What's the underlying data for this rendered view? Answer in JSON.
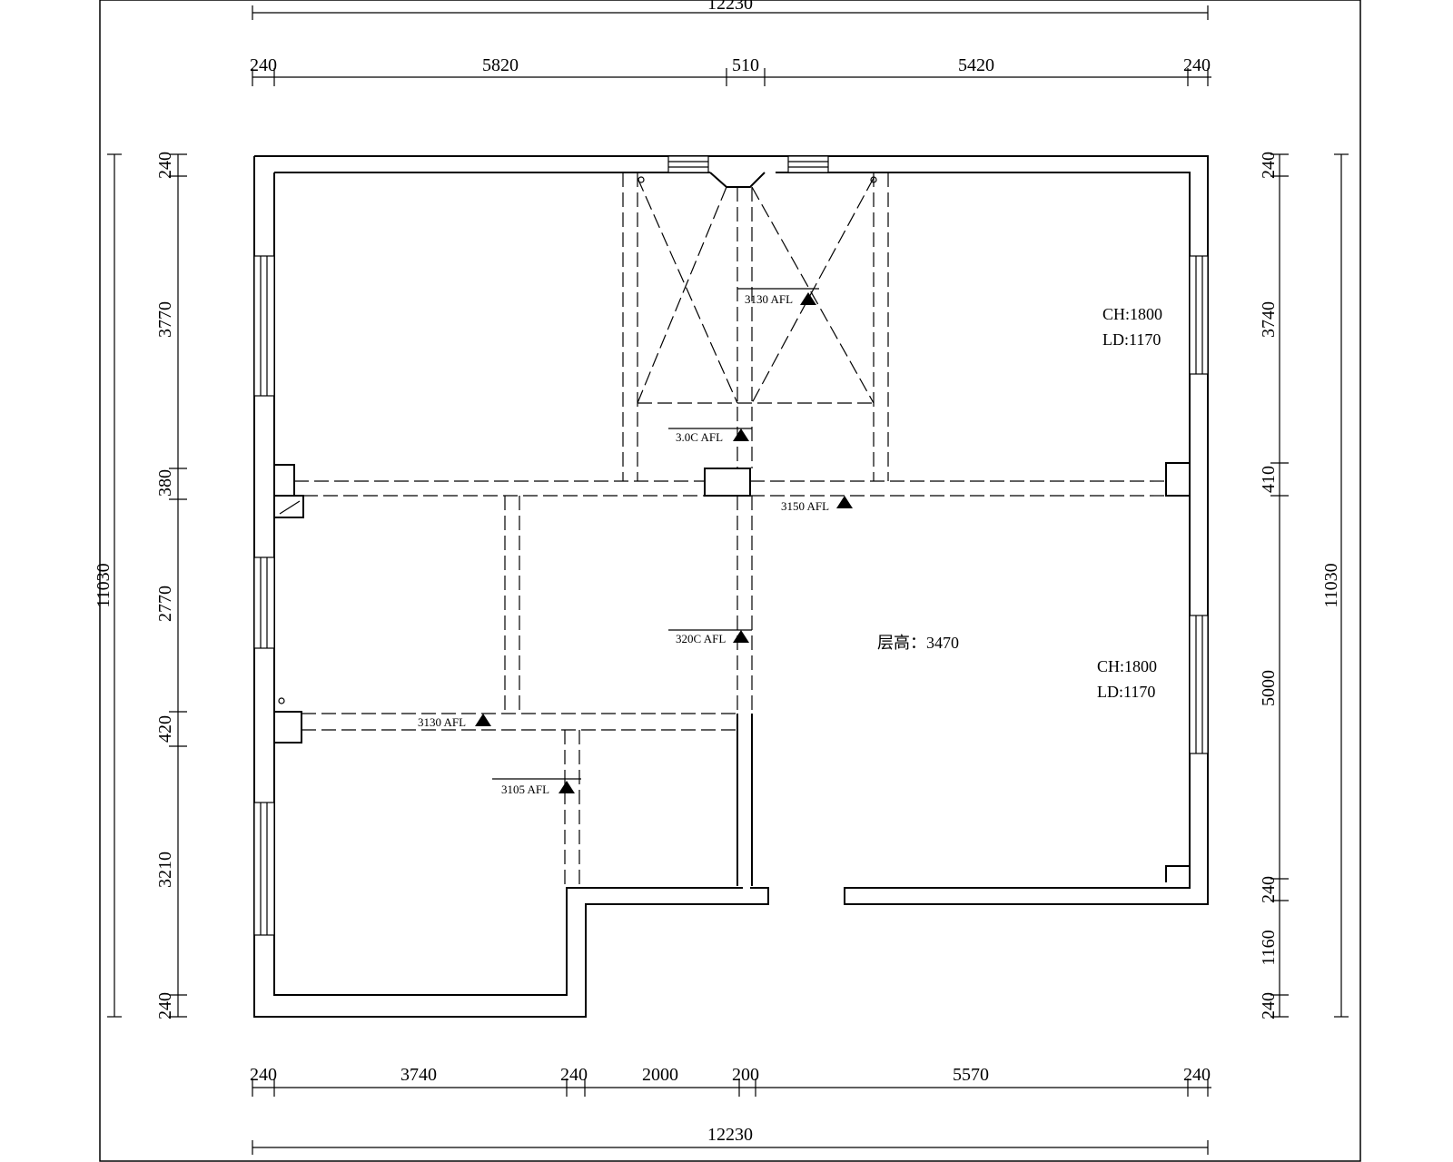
{
  "drawing": {
    "top_total": "12230",
    "top_dims": [
      "240",
      "5820",
      "510",
      "5420",
      "240"
    ],
    "bottom_dims": [
      "240",
      "3740",
      "240",
      "2000",
      "200",
      "5570",
      "240"
    ],
    "bottom_total": "12230",
    "left_dims": [
      "240",
      "3770",
      "380",
      "2770",
      "420",
      "3210",
      "240"
    ],
    "left_total": "11030",
    "right_dims": [
      "240",
      "3740",
      "410",
      "5000",
      "240",
      "1160",
      "240"
    ],
    "right_total": "11030"
  },
  "annotations": {
    "ch_top": "CH:1800",
    "ld_top": "LD:1170",
    "ch_bottom": "CH:1800",
    "ld_bottom": "LD:1170",
    "floor_height": "层高：3470",
    "elev_1": "3130 AFL",
    "elev_2": "3.0C AFL",
    "elev_3": "3150 AFL",
    "elev_4": "320C AFL",
    "elev_5": "3130 AFL",
    "elev_6": "3105 AFL"
  }
}
